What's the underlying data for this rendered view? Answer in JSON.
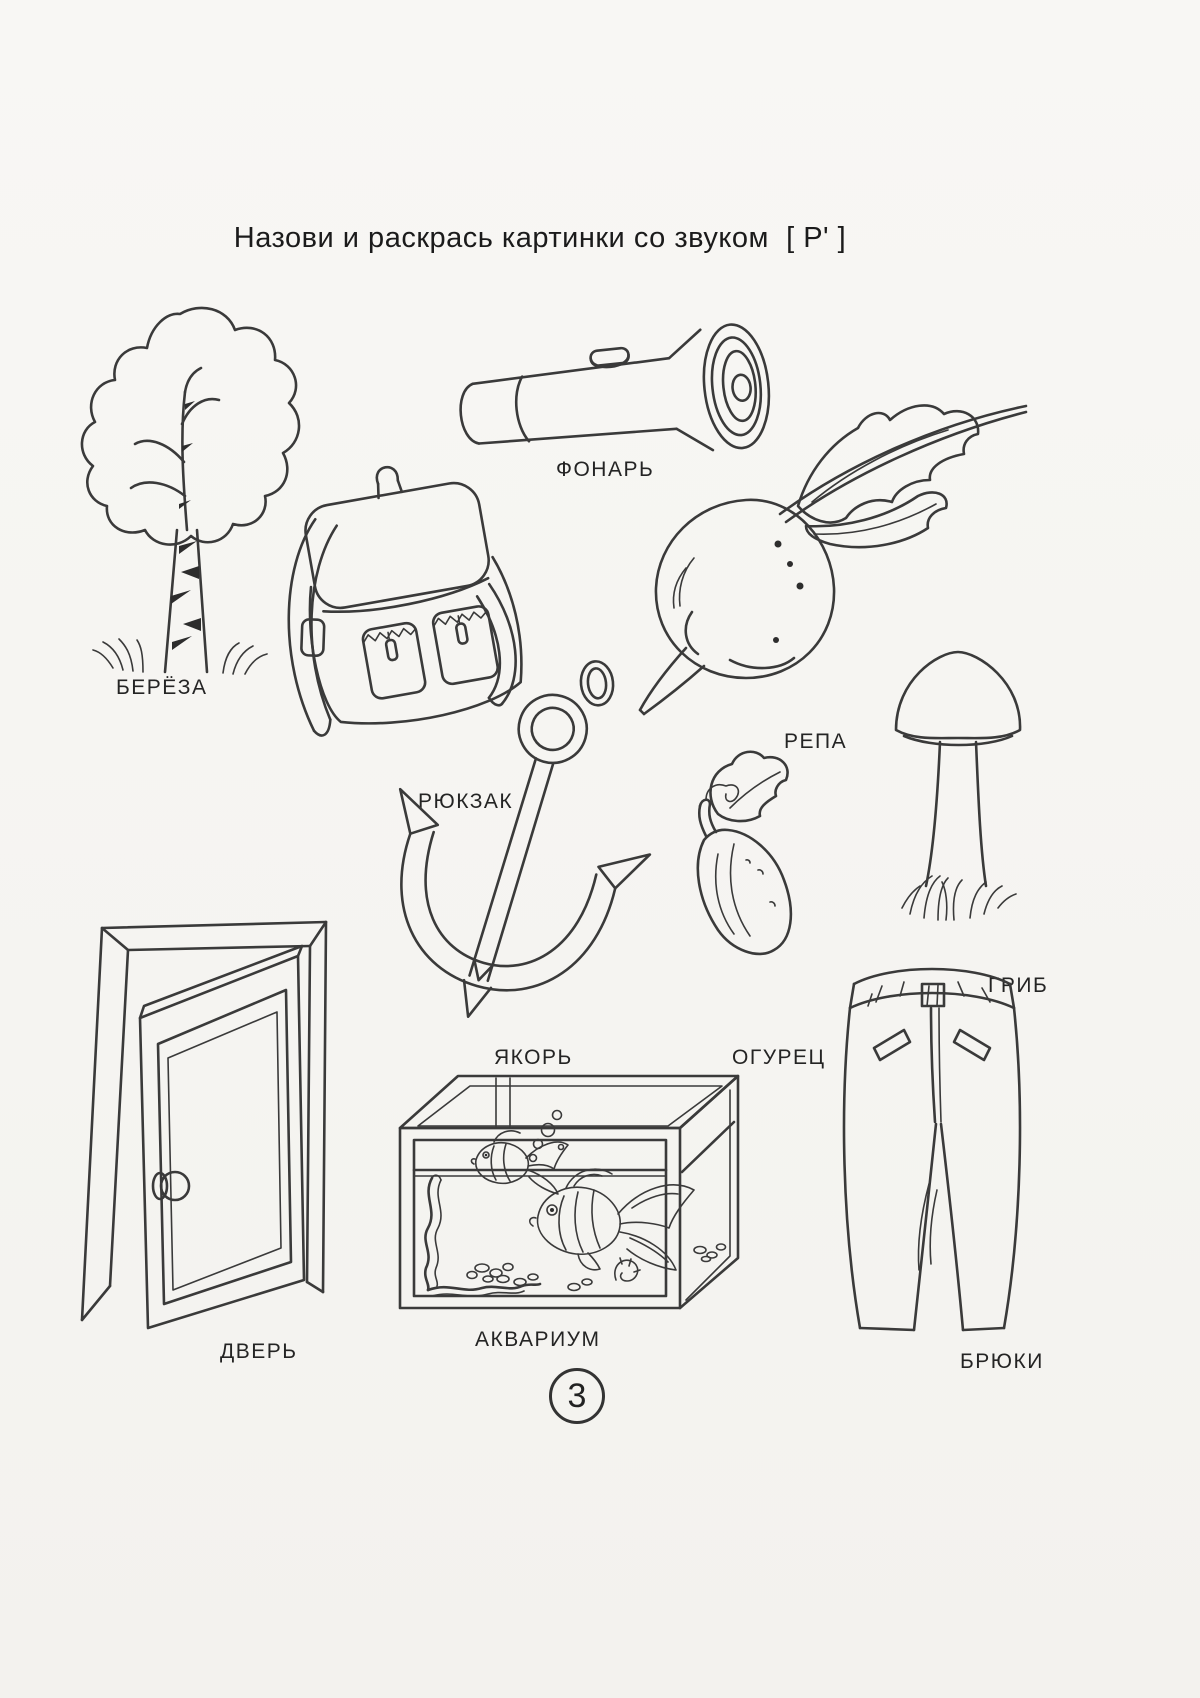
{
  "page": {
    "title": "Назови и раскрась картинки со звуком  [ Р' ]",
    "page_number": "3",
    "ink_color": "#3a3a3a",
    "paper_color": "#f8f7f4"
  },
  "items": {
    "birch": {
      "name": "birch-tree",
      "label": "БЕРЁЗА"
    },
    "flashlight": {
      "name": "flashlight",
      "label": "ФОНАРЬ"
    },
    "backpack": {
      "name": "backpack",
      "label": "РЮКЗАК"
    },
    "turnip": {
      "name": "turnip",
      "label": "РЕПА"
    },
    "anchor": {
      "name": "anchor",
      "label": "ЯКОРЬ"
    },
    "cucumber": {
      "name": "cucumber",
      "label": "ОГУРЕЦ"
    },
    "mushroom": {
      "name": "mushroom",
      "label": "ГРИБ"
    },
    "door": {
      "name": "open-door",
      "label": "ДВЕРЬ"
    },
    "aquarium": {
      "name": "aquarium",
      "label": "АКВАРИУМ"
    },
    "trousers": {
      "name": "trousers",
      "label": "БРЮКИ"
    }
  }
}
